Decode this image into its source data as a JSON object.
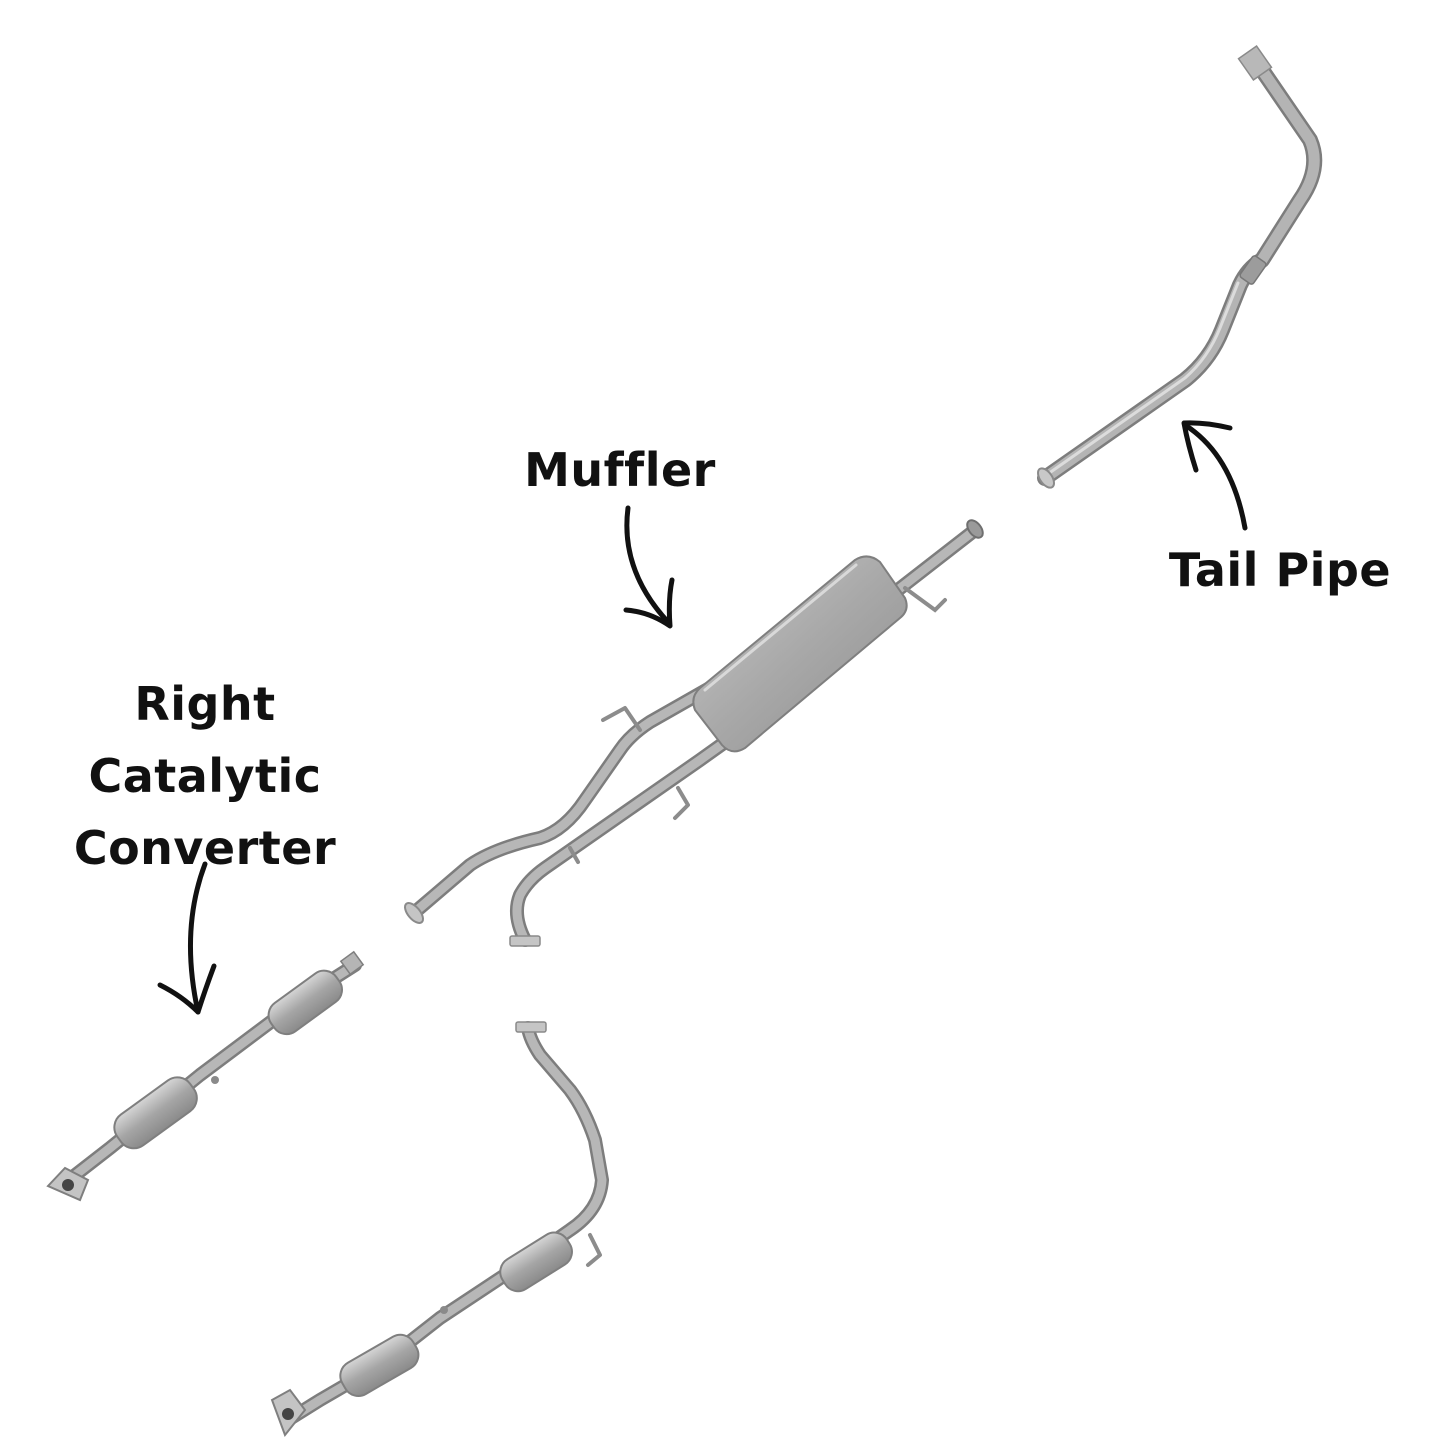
{
  "labels": {
    "muffler": "Muffler",
    "tail_pipe": "Tail Pipe",
    "right_catalytic_converter": [
      "Right",
      "Catalytic",
      "Converter"
    ]
  },
  "colors": {
    "background": "#ffffff",
    "text": "#111111",
    "pipe": "#a9a9a9",
    "pipe_highlight": "#d4d4d4",
    "pipe_shadow": "#7d7d7d",
    "arrow": "#111111"
  },
  "parts": [
    {
      "name": "tail-pipe"
    },
    {
      "name": "muffler-assembly"
    },
    {
      "name": "right-catalytic-converter"
    },
    {
      "name": "left-catalytic-converter"
    }
  ],
  "arrows": [
    {
      "name": "muffler-arrow-icon",
      "points_to": "muffler-assembly"
    },
    {
      "name": "tail-pipe-arrow-icon",
      "points_to": "tail-pipe"
    },
    {
      "name": "cat-arrow-icon",
      "points_to": "right-catalytic-converter"
    }
  ]
}
